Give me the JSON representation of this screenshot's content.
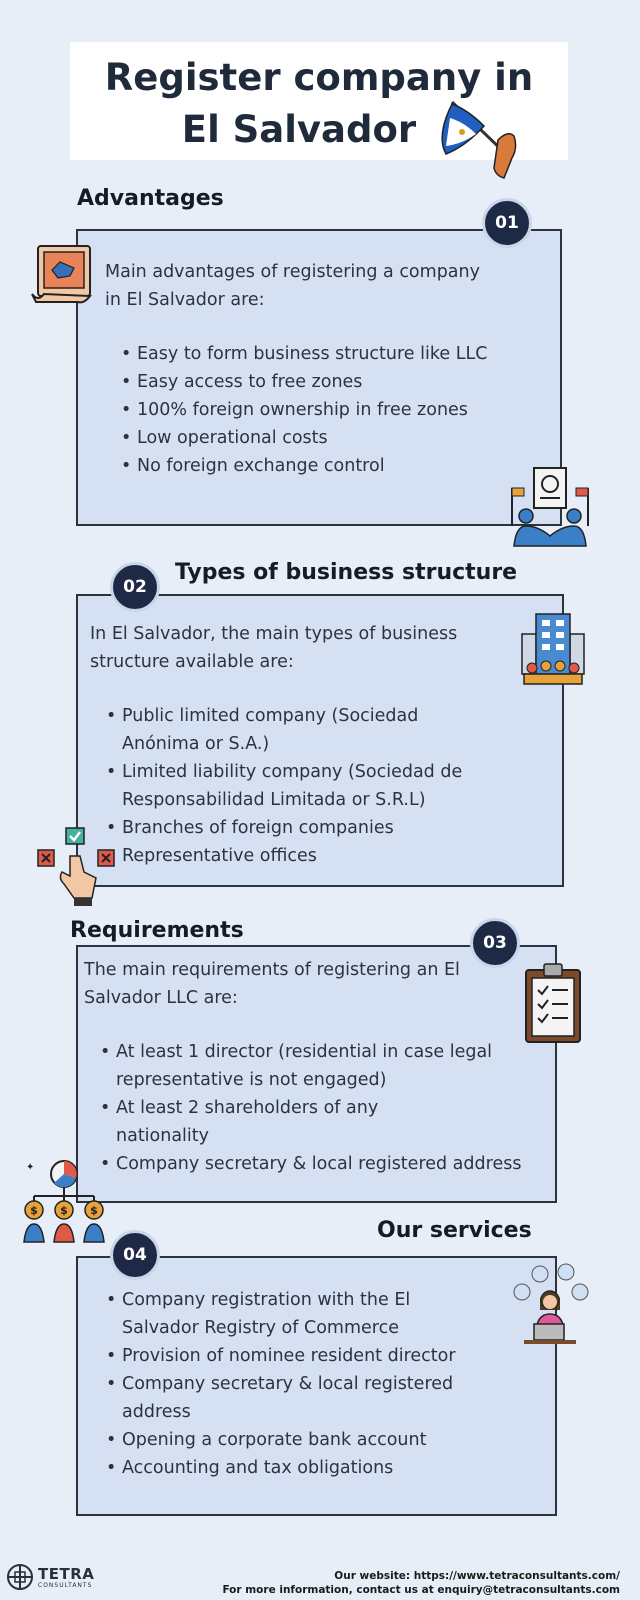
{
  "title": {
    "line1": "Register company in",
    "line2": "El Salvador"
  },
  "sections": [
    {
      "number": "01",
      "heading": "Advantages",
      "intro": "Main advantages of registering a company in El Salvador are:",
      "items": [
        "Easy to form business structure like LLC",
        "Easy access to free zones",
        "100% foreign ownership in free zones",
        "Low operational costs",
        "No foreign exchange control"
      ]
    },
    {
      "number": "02",
      "heading": "Types of business structure",
      "intro": "In El Salvador, the main types of business structure available are:",
      "items": [
        "Public limited company (Sociedad Anónima or S.A.)",
        "Limited liability company (Sociedad de Responsabilidad Limitada or S.R.L)",
        "Branches of foreign companies",
        "Representative offices"
      ]
    },
    {
      "number": "03",
      "heading": "Requirements",
      "intro": "The main requirements of registering an El Salvador LLC are:",
      "items": [
        "At least 1 director (residential in case legal representative is not engaged)",
        "At least 2 shareholders of any nationality",
        "Company secretary & local registered address"
      ]
    },
    {
      "number": "04",
      "heading": "Our services",
      "items": [
        "Company registration with the El Salvador Registry of Commerce",
        "Provision of nominee resident director",
        "Company secretary & local registered address",
        "Opening a corporate bank account",
        "Accounting and tax obligations"
      ]
    }
  ],
  "footer": {
    "website": "Our website: https://www.tetraconsultants.com/",
    "contact": "For more information, contact us at enquiry@tetraconsultants.com"
  },
  "logo": {
    "name": "TETRA",
    "sub": "CONSULTANTS"
  },
  "colors": {
    "background": "#e8eef7",
    "box": "#d5e1f3",
    "badge": "#1e2a45"
  },
  "icons": [
    "flag-icon",
    "certificate-icon",
    "handshake-icon",
    "office-building-icon",
    "checklist-choice-icon",
    "clipboard-icon",
    "organization-chart-icon",
    "consultant-icon"
  ]
}
